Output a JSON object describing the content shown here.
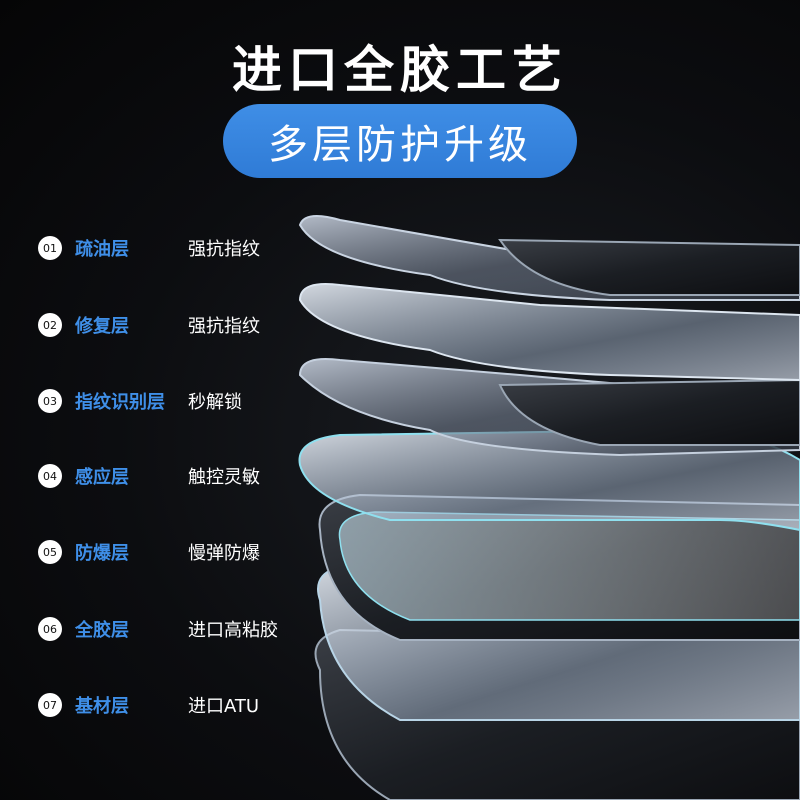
{
  "header": {
    "title": "进口全胶工艺",
    "subtitle": "多层防护升级"
  },
  "layers": [
    {
      "num": "01",
      "name": "疏油层",
      "desc": "强抗指纹"
    },
    {
      "num": "02",
      "name": "修复层",
      "desc": "强抗指纹"
    },
    {
      "num": "03",
      "name": "指纹识别层",
      "desc": "秒解锁"
    },
    {
      "num": "04",
      "name": "感应层",
      "desc": "触控灵敏"
    },
    {
      "num": "05",
      "name": "防爆层",
      "desc": "慢弹防爆"
    },
    {
      "num": "06",
      "name": "全胶层",
      "desc": "进口高粘胶"
    },
    {
      "num": "07",
      "name": "基材层",
      "desc": "进口ATU"
    }
  ],
  "colors": {
    "accent": "#3f8fe8",
    "pill": "#2f7bd6",
    "background": "#0c0d10"
  },
  "illustration": {
    "icon": "layered-screen-protector-illustration"
  }
}
